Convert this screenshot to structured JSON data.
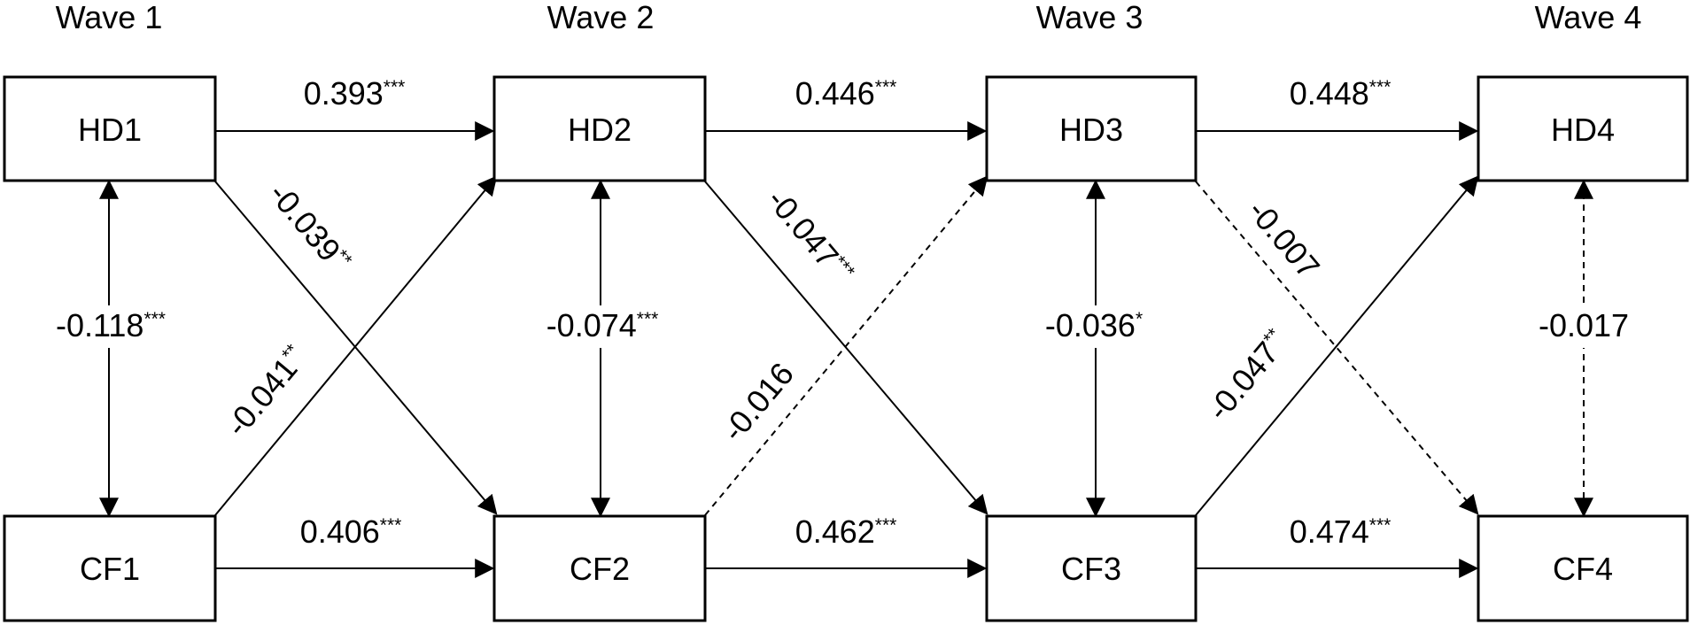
{
  "waves": [
    "Wave 1",
    "Wave 2",
    "Wave 3",
    "Wave 4"
  ],
  "nodes": {
    "HD1": "HD1",
    "HD2": "HD2",
    "HD3": "HD3",
    "HD4": "HD4",
    "CF1": "CF1",
    "CF2": "CF2",
    "CF3": "CF3",
    "CF4": "CF4"
  },
  "paths": {
    "hd1_hd2": {
      "value": "0.393",
      "stars": "***",
      "style": "solid"
    },
    "hd2_hd3": {
      "value": "0.446",
      "stars": "***",
      "style": "solid"
    },
    "hd3_hd4": {
      "value": "0.448",
      "stars": "***",
      "style": "solid"
    },
    "cf1_cf2": {
      "value": "0.406",
      "stars": "***",
      "style": "solid"
    },
    "cf2_cf3": {
      "value": "0.462",
      "stars": "***",
      "style": "solid"
    },
    "cf3_cf4": {
      "value": "0.474",
      "stars": "***",
      "style": "solid"
    },
    "hd1_cf2": {
      "value": "-0.039",
      "stars": "**",
      "style": "solid"
    },
    "hd2_cf3": {
      "value": "-0.047",
      "stars": "***",
      "style": "solid"
    },
    "hd3_cf4": {
      "value": "-0.007",
      "stars": "",
      "style": "dashed"
    },
    "cf1_hd2": {
      "value": "-0.041",
      "stars": "**",
      "style": "solid"
    },
    "cf2_hd3": {
      "value": "-0.016",
      "stars": "",
      "style": "dashed"
    },
    "cf3_hd4": {
      "value": "-0.047",
      "stars": "**",
      "style": "solid"
    },
    "hd1_cf1": {
      "value": "-0.118",
      "stars": "***",
      "style": "solid"
    },
    "hd2_cf2": {
      "value": "-0.074",
      "stars": "***",
      "style": "solid"
    },
    "hd3_cf3": {
      "value": "-0.036",
      "stars": "*",
      "style": "solid"
    },
    "hd4_cf4": {
      "value": "-0.017",
      "stars": "",
      "style": "dashed"
    }
  }
}
